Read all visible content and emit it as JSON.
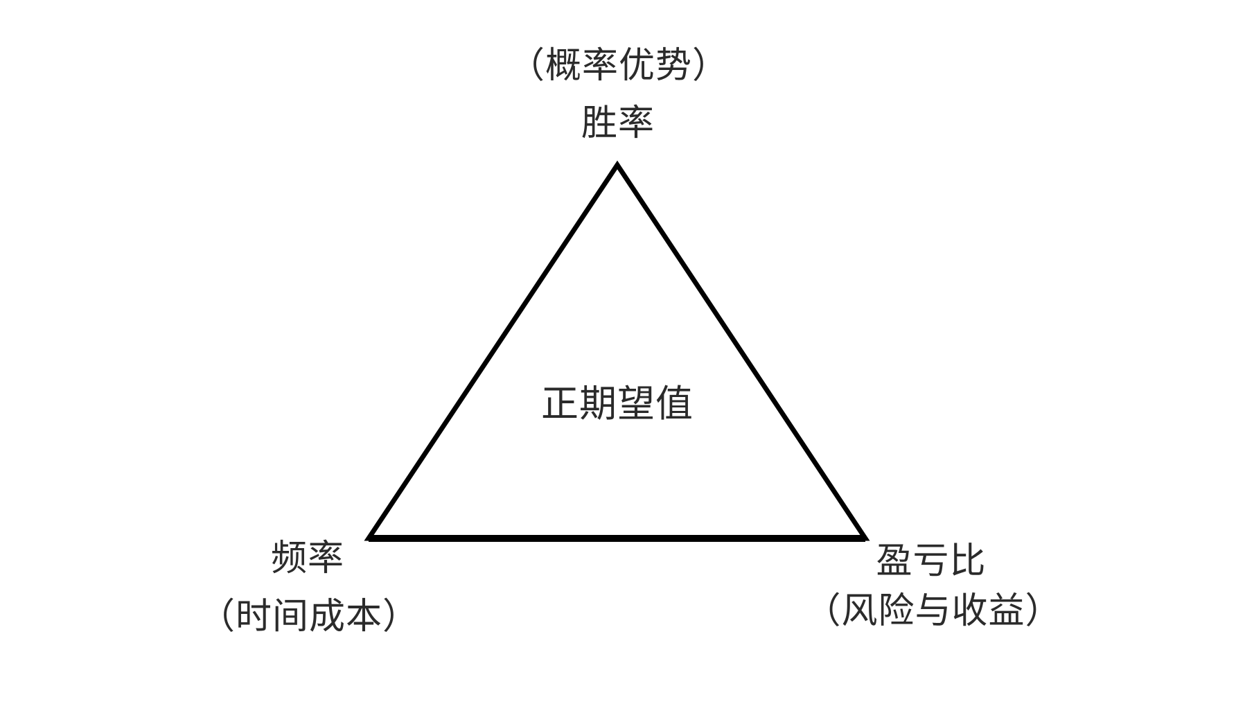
{
  "diagram": {
    "shape": "triangle",
    "stroke_color": "#000000",
    "background": "#ffffff",
    "vertices": {
      "top": {
        "label": "胜率",
        "sublabel": "（概率优势）"
      },
      "bottom_left": {
        "label": "频率",
        "sublabel": "（时间成本）"
      },
      "bottom_right": {
        "label": "盈亏比",
        "sublabel": "（风险与收益）"
      }
    },
    "center": {
      "label": "正期望值"
    }
  }
}
